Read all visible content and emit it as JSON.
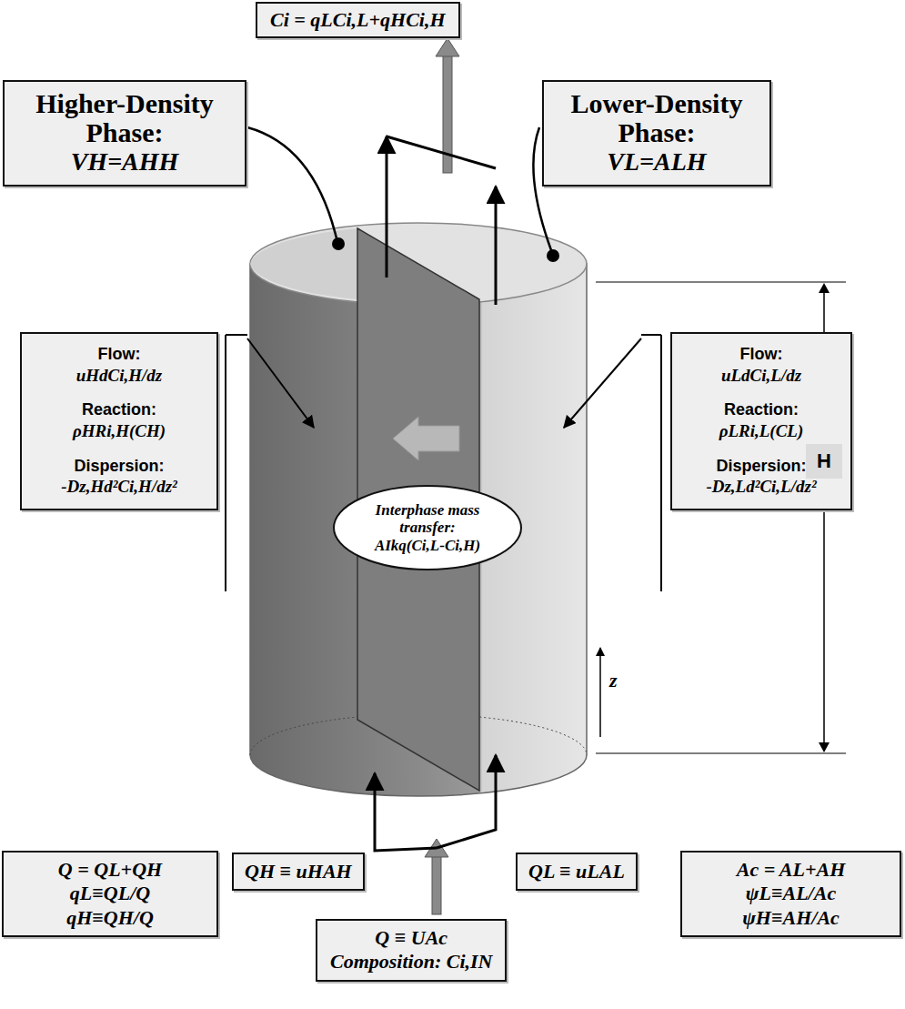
{
  "diagram": {
    "nodes": [
      {
        "text": [
          "Ci = qLCi,L+qHCi,H"
        ]
      },
      {
        "text": [
          "Higher-Density Phase:",
          "VH=AHH"
        ]
      },
      {
        "text": [
          "Lower-Density Phase:",
          "VL=ALH"
        ]
      },
      {
        "text": [
          "Flow:",
          "uHdCi,H/dz",
          "Reaction:",
          "ρHRi,H(CH)",
          "Dispersion:",
          "-Dz,Hd²Ci,H/dz²"
        ]
      },
      {
        "text": [
          "Flow:",
          "uLdCi,L/dz",
          "Reaction:",
          "ρLRi,L(CL)",
          "Dispersion:",
          "-Dz,Ld²Ci,L/dz²"
        ]
      },
      {
        "text": [
          "H"
        ]
      },
      {
        "text": [
          "Interphase mass transfer:",
          "AIkq(Ci,L-Ci,H)"
        ]
      },
      {
        "text": [
          "Q = QL+QH",
          "qL≡QL/Q",
          "qH≡QH/Q"
        ]
      },
      {
        "text": [
          "QH ≡ uHAH"
        ]
      },
      {
        "text": [
          "QL ≡ uLAL"
        ]
      },
      {
        "text": [
          "Ac = AL+AH",
          "ψL≡AL/Ac",
          "ψH≡AH/Ac"
        ]
      },
      {
        "text": [
          "Q ≡ UAc",
          "Composition: Ci,IN"
        ]
      }
    ],
    "labels": [
      "z"
    ]
  }
}
